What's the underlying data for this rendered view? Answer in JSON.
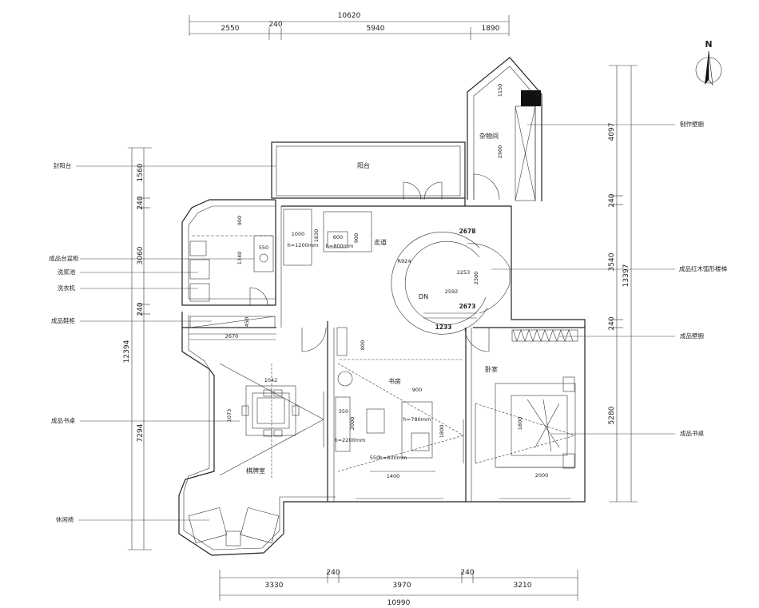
{
  "compass": {
    "label": "N"
  },
  "top_dims": {
    "total": "10620",
    "d1": "2550",
    "d2": "240",
    "d3": "5940",
    "d4": "1890"
  },
  "bottom_dims": {
    "total": "10990",
    "d1": "3330",
    "d2": "240",
    "d3": "3970",
    "d4": "240",
    "d5": "3210"
  },
  "left_dims": {
    "total": "12394",
    "d1": "1560",
    "d2": "240",
    "d3": "3060",
    "d4": "240",
    "d5": "7294"
  },
  "right_dims": {
    "total": "13397",
    "d1": "4097",
    "d2": "240",
    "d3": "3540",
    "d4": "240",
    "d5": "5280"
  },
  "left_labels": {
    "l1": "封阳台",
    "l2": "成品台盆柜",
    "l3": "洗浆池",
    "l4": "洗衣机",
    "l5": "成品鞋柜",
    "l6": "成品书桌",
    "l7": "休闲椅"
  },
  "right_labels": {
    "r1": "制作壁橱",
    "r2": "成品红木弧形楼梯",
    "r3": "成品壁橱",
    "r4": "成品书桌"
  },
  "rooms": {
    "balcony": "阳台",
    "storage": "杂物间",
    "hall": "走道",
    "study": "书房",
    "bedroom": "卧室",
    "lounge": "棋牌室",
    "dn": "DN"
  },
  "inner_dims": {
    "s1150": "1150",
    "s2900": "2900",
    "s900": "900",
    "s1340": "1340",
    "s550": "550",
    "s1000": "1000",
    "h1200": "h=1200mm",
    "s1830": "1830",
    "s600": "600",
    "h800": "h=800mm",
    "s900b": "900",
    "s2678": "2678",
    "r924": "R924",
    "s2253": "2253",
    "s2592": "2592",
    "s2300": "2300",
    "s2673": "2673",
    "s1233": "1233",
    "s450": "450",
    "s2670": "2670",
    "s800": "800",
    "s1042": "1042",
    "s1073": "1073",
    "s350": "350",
    "s2000": "2000",
    "h2200": "h=2200mm",
    "s900c": "900",
    "h780": "h=780mm",
    "s1800": "1800",
    "s550b": "550",
    "h600": "h=600mm",
    "s1400": "1400",
    "s1800b": "1800",
    "s2000b": "2000"
  }
}
